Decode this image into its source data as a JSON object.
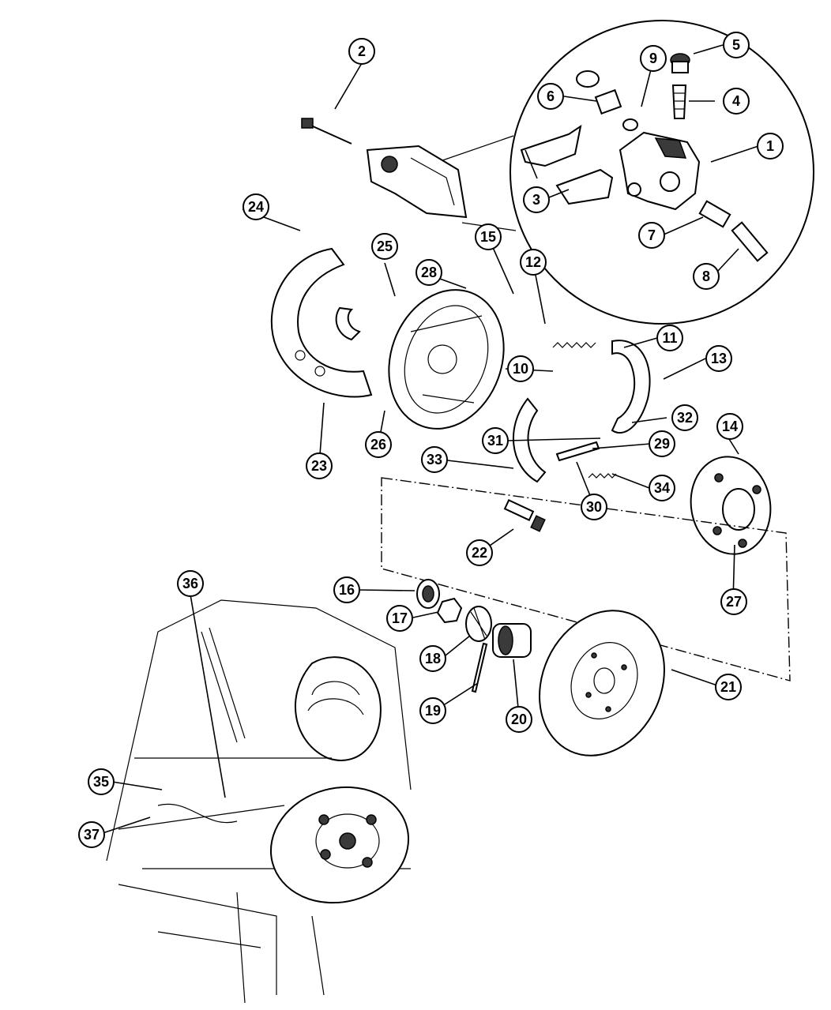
{
  "diagram": {
    "colors": {
      "line": "#000000",
      "background": "#ffffff",
      "shade": "#3a3a3a"
    },
    "callouts": [
      {
        "id": "c1",
        "label": "1"
      },
      {
        "id": "c2",
        "label": "2"
      },
      {
        "id": "c3",
        "label": "3"
      },
      {
        "id": "c4",
        "label": "4"
      },
      {
        "id": "c5",
        "label": "5"
      },
      {
        "id": "c6",
        "label": "6"
      },
      {
        "id": "c7",
        "label": "7"
      },
      {
        "id": "c8",
        "label": "8"
      },
      {
        "id": "c9",
        "label": "9"
      },
      {
        "id": "c10",
        "label": "10"
      },
      {
        "id": "c11",
        "label": "11"
      },
      {
        "id": "c12",
        "label": "12"
      },
      {
        "id": "c13",
        "label": "13"
      },
      {
        "id": "c14",
        "label": "14"
      },
      {
        "id": "c15",
        "label": "15"
      },
      {
        "id": "c16",
        "label": "16"
      },
      {
        "id": "c17",
        "label": "17"
      },
      {
        "id": "c18",
        "label": "18"
      },
      {
        "id": "c19",
        "label": "19"
      },
      {
        "id": "c20",
        "label": "20"
      },
      {
        "id": "c21",
        "label": "21"
      },
      {
        "id": "c22",
        "label": "22"
      },
      {
        "id": "c23",
        "label": "23"
      },
      {
        "id": "c24",
        "label": "24"
      },
      {
        "id": "c25",
        "label": "25"
      },
      {
        "id": "c26",
        "label": "26"
      },
      {
        "id": "c27",
        "label": "27"
      },
      {
        "id": "c28",
        "label": "28"
      },
      {
        "id": "c29",
        "label": "29"
      },
      {
        "id": "c30",
        "label": "30"
      },
      {
        "id": "c31",
        "label": "31"
      },
      {
        "id": "c32",
        "label": "32"
      },
      {
        "id": "c33",
        "label": "33"
      },
      {
        "id": "c34",
        "label": "34"
      },
      {
        "id": "c35",
        "label": "35"
      },
      {
        "id": "c36",
        "label": "36"
      },
      {
        "id": "c37",
        "label": "37"
      }
    ]
  }
}
